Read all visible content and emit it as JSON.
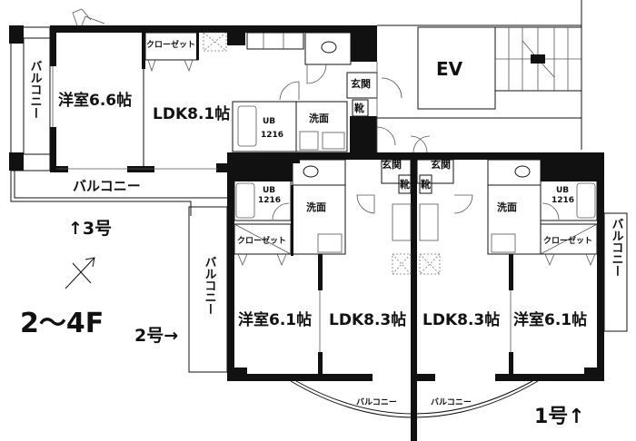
{
  "floor_label": "2〜4F",
  "units": {
    "unit3": {
      "marker": "↑3号",
      "western_room": "洋室6.6帖",
      "ldk": "LDK8.1帖",
      "closet": "クローゼット",
      "bath_line1": "UB",
      "bath_line2": "1216",
      "washroom": "洗面",
      "entrance": "玄関",
      "shoes": "靴",
      "balcony_side": "バルコニー",
      "balcony_bottom": "バルコニー"
    },
    "unit2": {
      "marker": "2号→",
      "western_room": "洋室6.1帖",
      "ldk": "LDK8.3帖",
      "closet": "クローゼット",
      "bath_line1": "UB",
      "bath_line2": "1216",
      "washroom": "洗面",
      "entrance": "玄関",
      "shoes": "靴",
      "balcony_side": "バルコニー",
      "balcony_bottom": "バルコニー"
    },
    "unit1": {
      "marker": "1号↑",
      "western_room": "洋室6.1帖",
      "ldk": "LDK8.3帖",
      "closet": "クローゼット",
      "bath_line1": "UB",
      "bath_line2": "1216",
      "washroom": "洗面",
      "entrance": "玄関",
      "shoes": "靴",
      "balcony_side": "バルコニー",
      "balcony_bottom": "バルコニー"
    }
  },
  "common": {
    "elevator": "EV"
  }
}
